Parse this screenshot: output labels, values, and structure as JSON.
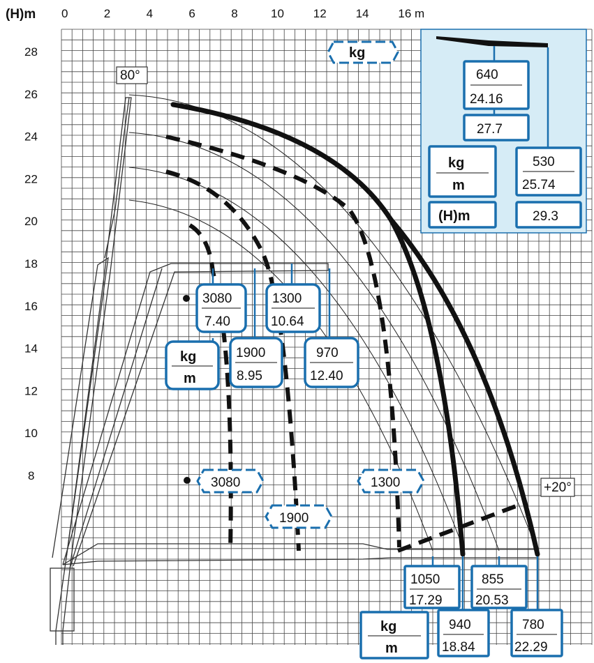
{
  "axes": {
    "y_unit": "(H)m",
    "x_unit": "m",
    "x_ticks": [
      "0",
      "2",
      "4",
      "6",
      "8",
      "10",
      "12",
      "14",
      "16"
    ],
    "y_ticks": [
      "28",
      "26",
      "24",
      "22",
      "20",
      "18",
      "16",
      "14",
      "12",
      "10",
      "8"
    ]
  },
  "angles": {
    "top": "80°",
    "low": "+20°"
  },
  "legend_kg": "kg",
  "inset": {
    "load1": "640",
    "reach1": "24.16",
    "height1": "27.7",
    "unit_kg": "kg",
    "unit_m": "m",
    "unit_h": "(H)m",
    "load2": "530",
    "reach2": "25.74",
    "height2": "29.3"
  },
  "upper_labels": {
    "unit_kg": "kg",
    "unit_m": "m",
    "a_load": "3080",
    "a_reach": "7.40",
    "b_load": "1300",
    "b_reach": "10.64",
    "c_load": "1900",
    "c_reach": "8.95",
    "d_load": "970",
    "d_reach": "12.40"
  },
  "lower_dashed_labels": {
    "a": "3080",
    "b": "1900",
    "c": "1300"
  },
  "bottom_labels": {
    "unit_kg": "kg",
    "unit_m": "m",
    "a_load": "1050",
    "a_reach": "17.29",
    "b_load": "855",
    "b_reach": "20.53",
    "c_load": "940",
    "c_reach": "18.84",
    "d_load": "780",
    "d_reach": "22.29"
  }
}
